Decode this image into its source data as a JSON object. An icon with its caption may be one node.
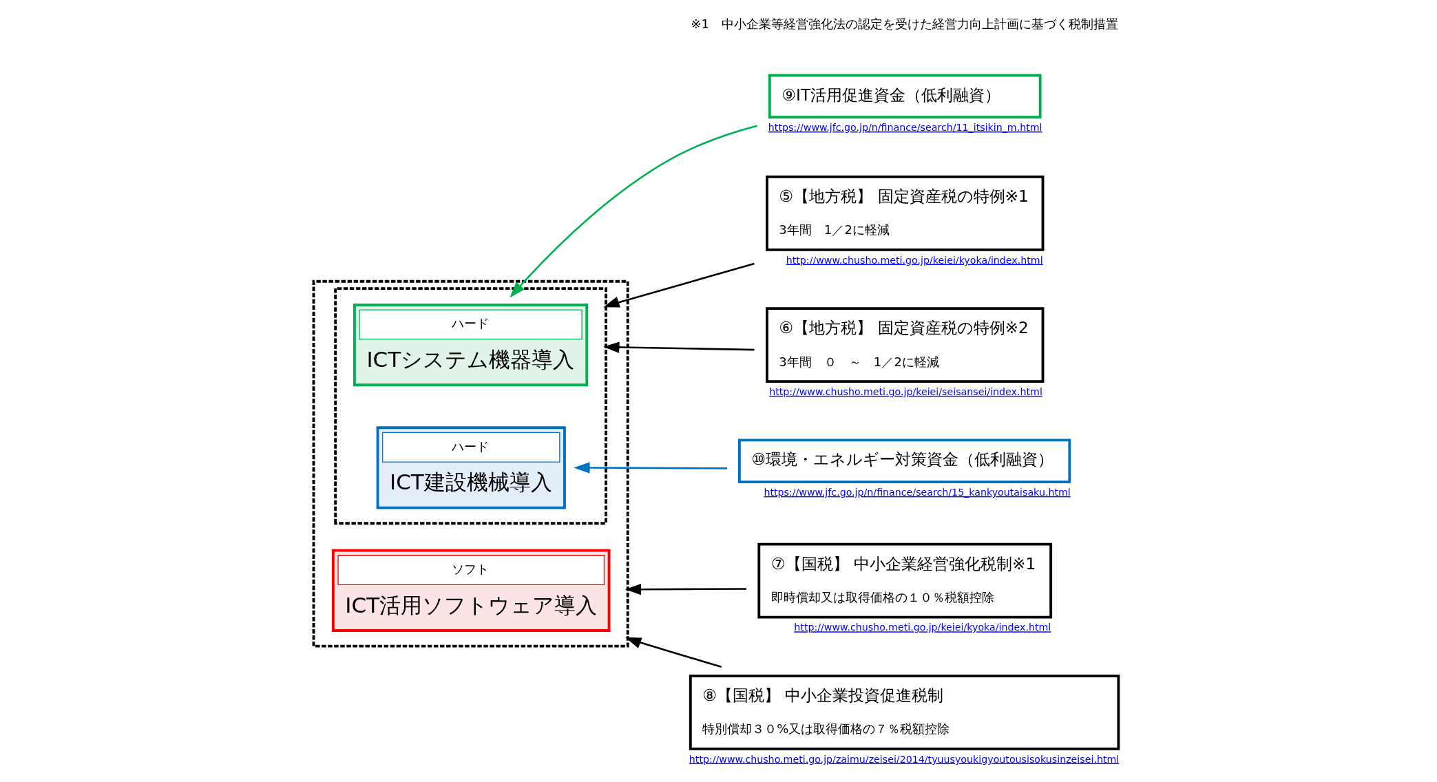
{
  "diagram": {
    "nodes": [
      {
        "text": [],
        "shape": "box"
      },
      {
        "text": [
          "ソフト",
          "ICT活用ソフトウェア導入"
        ],
        "in": 0
      },
      {
        "text": [],
        "shape": "box",
        "in": 0
      },
      {
        "text": [
          "ハード",
          "ICTシステム機器導入"
        ],
        "in": 2
      },
      {
        "text": [
          "ハード",
          "ICT建設機械導入"
        ],
        "in": 2
      },
      {
        "text": [
          "⑨IT活用促進資金（低利融資）"
        ],
        "beside": [
          "https://www.jfc.go.jp/n/finance/search/11_itsikin_m.html"
        ]
      },
      {
        "text": [
          "⑤【地方税】 固定資産税の特例※1",
          "3年間　1／2に軽減"
        ],
        "beside": [
          "http://www.chusho.meti.go.jp/keiei/kyoka/index.html"
        ]
      },
      {
        "text": [
          "⑥【地方税】 固定資産税の特例※2",
          "3年間　０　～　1／2に軽減"
        ],
        "beside": [
          "http://www.chusho.meti.go.jp/keiei/seisansei/index.html"
        ]
      },
      {
        "text": [
          "⑦【国税】 中小企業経営強化税制※1",
          "即時償却又は取得価格の１０％税額控除"
        ],
        "beside": [
          "http://www.chusho.meti.go.jp/keiei/kyoka/index.html"
        ]
      },
      {
        "text": [
          "⑧【国税】 中小企業投資促進税制",
          "特別償却３０%又は取得価格の７％税額控除"
        ],
        "beside": [
          "http://www.chusho.meti.go.jp/zaimu/zeisei/2014/tyuusyoukigyoutousisokusinzeisei.html"
        ]
      },
      {
        "text": [
          "⑩環境・エネルギー対策資金（低利融資）"
        ],
        "beside": [
          "https://www.jfc.go.jp/n/finance/search/15_kankyoutaisaku.html"
        ]
      }
    ],
    "edges": [
      {
        "from": 5,
        "to": 3,
        "arrow": "to",
        "color": "#00b050"
      },
      {
        "from": 6,
        "to": 2,
        "arrow": "to"
      },
      {
        "from": 7,
        "to": 2,
        "arrow": "to"
      },
      {
        "from": 8,
        "to": 0,
        "arrow": "to"
      },
      {
        "from": 9,
        "to": 0,
        "arrow": "to"
      },
      {
        "from": 10,
        "to": 4,
        "arrow": "to",
        "color": "#0070c0"
      }
    ],
    "labels": [
      "※1　中小企業等経営強化法の認定を受けた経営力向上計画に基づく税制措置"
    ]
  }
}
